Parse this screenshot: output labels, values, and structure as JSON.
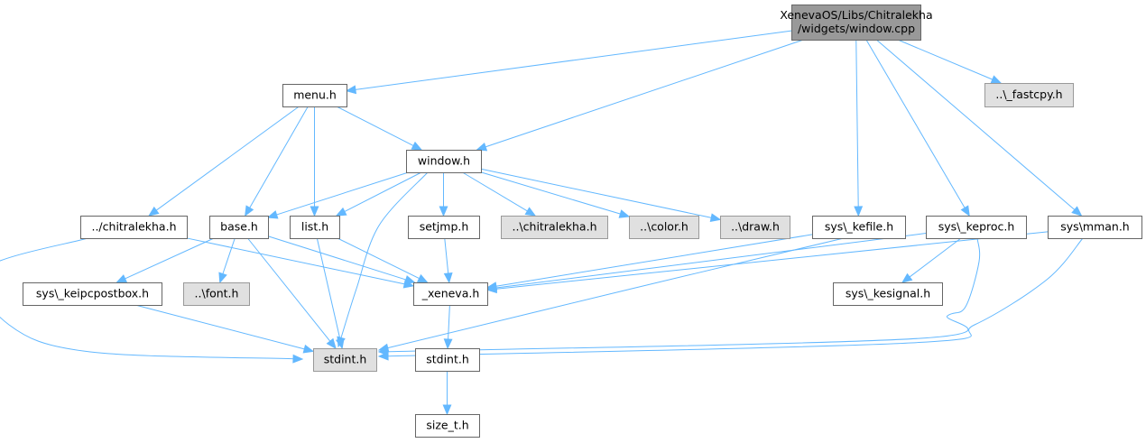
{
  "diagram": {
    "title": "Include dependency graph for XenevaOS/Libs/Chitralekha/widgets/window.cpp",
    "colors": {
      "edge": "#63b8ff",
      "root_fill": "#999999",
      "external_fill": "#e0e0e0",
      "normal_fill": "#ffffff"
    },
    "nodes": [
      {
        "id": "root",
        "kind": "root",
        "lines": [
          "XenevaOS/Libs/Chitralekha",
          "/widgets/window.cpp"
        ]
      },
      {
        "id": "menu_h",
        "kind": "normal",
        "lines": [
          "menu.h"
        ]
      },
      {
        "id": "fastcpy_h",
        "kind": "external",
        "lines": [
          "..\\_fastcpy.h"
        ]
      },
      {
        "id": "window_h",
        "kind": "normal",
        "lines": [
          "window.h"
        ]
      },
      {
        "id": "chitralekha_rel_h",
        "kind": "normal",
        "lines": [
          "../chitralekha.h"
        ]
      },
      {
        "id": "base_h",
        "kind": "normal",
        "lines": [
          "base.h"
        ]
      },
      {
        "id": "list_h",
        "kind": "normal",
        "lines": [
          "list.h"
        ]
      },
      {
        "id": "setjmp_h",
        "kind": "normal",
        "lines": [
          "setjmp.h"
        ]
      },
      {
        "id": "chitralekha_ext_h",
        "kind": "external",
        "lines": [
          "..\\chitralekha.h"
        ]
      },
      {
        "id": "color_h",
        "kind": "external",
        "lines": [
          "..\\color.h"
        ]
      },
      {
        "id": "draw_h",
        "kind": "external",
        "lines": [
          "..\\draw.h"
        ]
      },
      {
        "id": "kefile_h",
        "kind": "normal",
        "lines": [
          "sys\\_kefile.h"
        ]
      },
      {
        "id": "keproc_h",
        "kind": "normal",
        "lines": [
          "sys\\_keproc.h"
        ]
      },
      {
        "id": "mman_h",
        "kind": "normal",
        "lines": [
          "sys\\mman.h"
        ]
      },
      {
        "id": "keipcpostbox_h",
        "kind": "normal",
        "lines": [
          "sys\\_keipcpostbox.h"
        ]
      },
      {
        "id": "font_h",
        "kind": "external",
        "lines": [
          "..\\font.h"
        ]
      },
      {
        "id": "xeneva_h",
        "kind": "normal",
        "lines": [
          "_xeneva.h"
        ]
      },
      {
        "id": "kesignal_h",
        "kind": "normal",
        "lines": [
          "sys\\_kesignal.h"
        ]
      },
      {
        "id": "stdint_ext_h",
        "kind": "external",
        "lines": [
          "stdint.h"
        ]
      },
      {
        "id": "stdint_h",
        "kind": "normal",
        "lines": [
          "stdint.h"
        ]
      },
      {
        "id": "size_t_h",
        "kind": "normal",
        "lines": [
          "size_t.h"
        ]
      }
    ],
    "edges": [
      {
        "from": "root",
        "to": "menu_h"
      },
      {
        "from": "root",
        "to": "window_h"
      },
      {
        "from": "root",
        "to": "fastcpy_h"
      },
      {
        "from": "root",
        "to": "kefile_h"
      },
      {
        "from": "root",
        "to": "keproc_h"
      },
      {
        "from": "root",
        "to": "mman_h"
      },
      {
        "from": "menu_h",
        "to": "chitralekha_rel_h"
      },
      {
        "from": "menu_h",
        "to": "base_h"
      },
      {
        "from": "menu_h",
        "to": "list_h"
      },
      {
        "from": "menu_h",
        "to": "window_h"
      },
      {
        "from": "window_h",
        "to": "base_h"
      },
      {
        "from": "window_h",
        "to": "list_h"
      },
      {
        "from": "window_h",
        "to": "stdint_ext_h"
      },
      {
        "from": "window_h",
        "to": "setjmp_h"
      },
      {
        "from": "window_h",
        "to": "chitralekha_ext_h"
      },
      {
        "from": "window_h",
        "to": "color_h"
      },
      {
        "from": "window_h",
        "to": "draw_h"
      },
      {
        "from": "chitralekha_rel_h",
        "to": "xeneva_h"
      },
      {
        "from": "chitralekha_rel_h",
        "to": "stdint_ext_h"
      },
      {
        "from": "base_h",
        "to": "keipcpostbox_h"
      },
      {
        "from": "base_h",
        "to": "font_h"
      },
      {
        "from": "base_h",
        "to": "stdint_ext_h"
      },
      {
        "from": "base_h",
        "to": "xeneva_h"
      },
      {
        "from": "list_h",
        "to": "stdint_ext_h"
      },
      {
        "from": "list_h",
        "to": "xeneva_h"
      },
      {
        "from": "setjmp_h",
        "to": "xeneva_h"
      },
      {
        "from": "keipcpostbox_h",
        "to": "stdint_ext_h"
      },
      {
        "from": "kefile_h",
        "to": "xeneva_h"
      },
      {
        "from": "kefile_h",
        "to": "stdint_ext_h"
      },
      {
        "from": "keproc_h",
        "to": "xeneva_h"
      },
      {
        "from": "keproc_h",
        "to": "kesignal_h"
      },
      {
        "from": "keproc_h",
        "to": "stdint_ext_h"
      },
      {
        "from": "mman_h",
        "to": "xeneva_h"
      },
      {
        "from": "mman_h",
        "to": "stdint_ext_h"
      },
      {
        "from": "xeneva_h",
        "to": "stdint_h"
      },
      {
        "from": "stdint_h",
        "to": "size_t_h"
      }
    ]
  }
}
